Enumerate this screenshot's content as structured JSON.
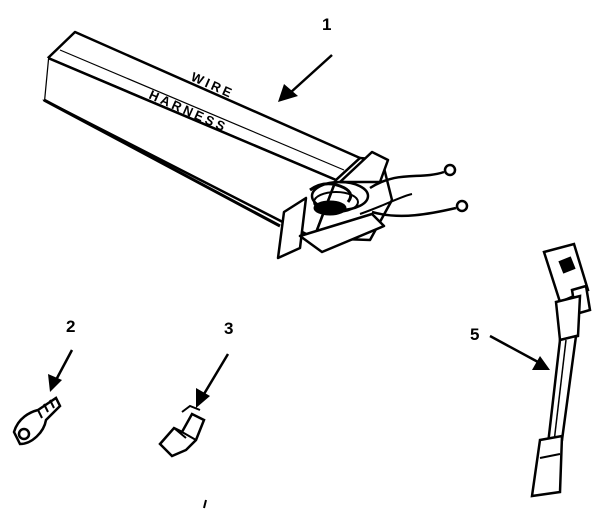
{
  "diagram": {
    "box_label_line1": "WIRE",
    "box_label_line2": "HARNESS",
    "callouts": [
      {
        "id": "1",
        "label": "1"
      },
      {
        "id": "2",
        "label": "2"
      },
      {
        "id": "3",
        "label": "3"
      },
      {
        "id": "5",
        "label": "5"
      }
    ],
    "colors": {
      "ink": "#000000",
      "paper": "#ffffff"
    }
  }
}
